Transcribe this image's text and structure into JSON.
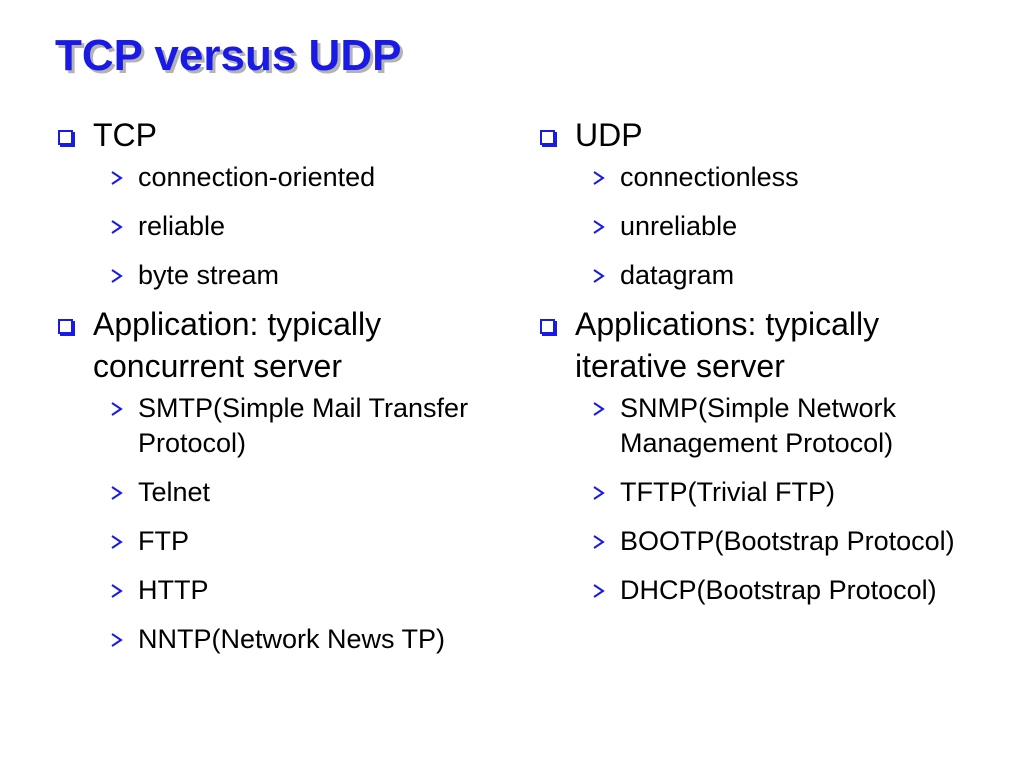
{
  "slide": {
    "title": "TCP versus UDP",
    "accent_color": "#1a1ae6",
    "bullet_icons": {
      "level1": "square-bullet-icon",
      "level2": "arrow-bullet-icon"
    }
  },
  "columns": {
    "left": {
      "groups": [
        {
          "heading": "TCP",
          "items": [
            "connection-oriented",
            "reliable",
            "byte stream"
          ]
        },
        {
          "heading": "Application: typically concurrent server",
          "items": [
            "SMTP(Simple Mail Transfer Protocol)",
            "Telnet",
            "FTP",
            "HTTP",
            "NNTP(Network News TP)"
          ]
        }
      ]
    },
    "right": {
      "groups": [
        {
          "heading": "UDP",
          "items": [
            "connectionless",
            "unreliable",
            "datagram"
          ]
        },
        {
          "heading": "Applications: typically iterative server",
          "items": [
            "SNMP(Simple Network Management Protocol)",
            "TFTP(Trivial FTP)",
            "BOOTP(Bootstrap Protocol)",
            "DHCP(Bootstrap Protocol)"
          ]
        }
      ]
    }
  }
}
